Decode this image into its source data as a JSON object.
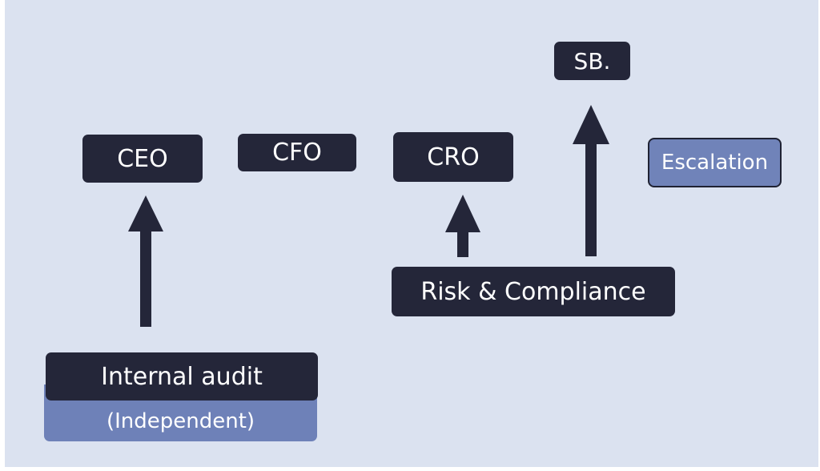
{
  "nodes": {
    "ceo": "CEO",
    "cfo": "CFO",
    "cro": "CRO",
    "sb": "SB.",
    "escalation": "Escalation",
    "risk_compliance": "Risk & Compliance",
    "internal_audit": "Internal audit",
    "independent": "(Independent)"
  },
  "edges": [
    {
      "from": "internal_audit",
      "to": "ceo"
    },
    {
      "from": "risk_compliance",
      "to": "cro"
    },
    {
      "from": "risk_compliance",
      "to": "sb"
    }
  ],
  "colors": {
    "background": "#dbe2f0",
    "box": "#242639",
    "box_accent": "#6e81b8",
    "arrow": "#242639"
  }
}
